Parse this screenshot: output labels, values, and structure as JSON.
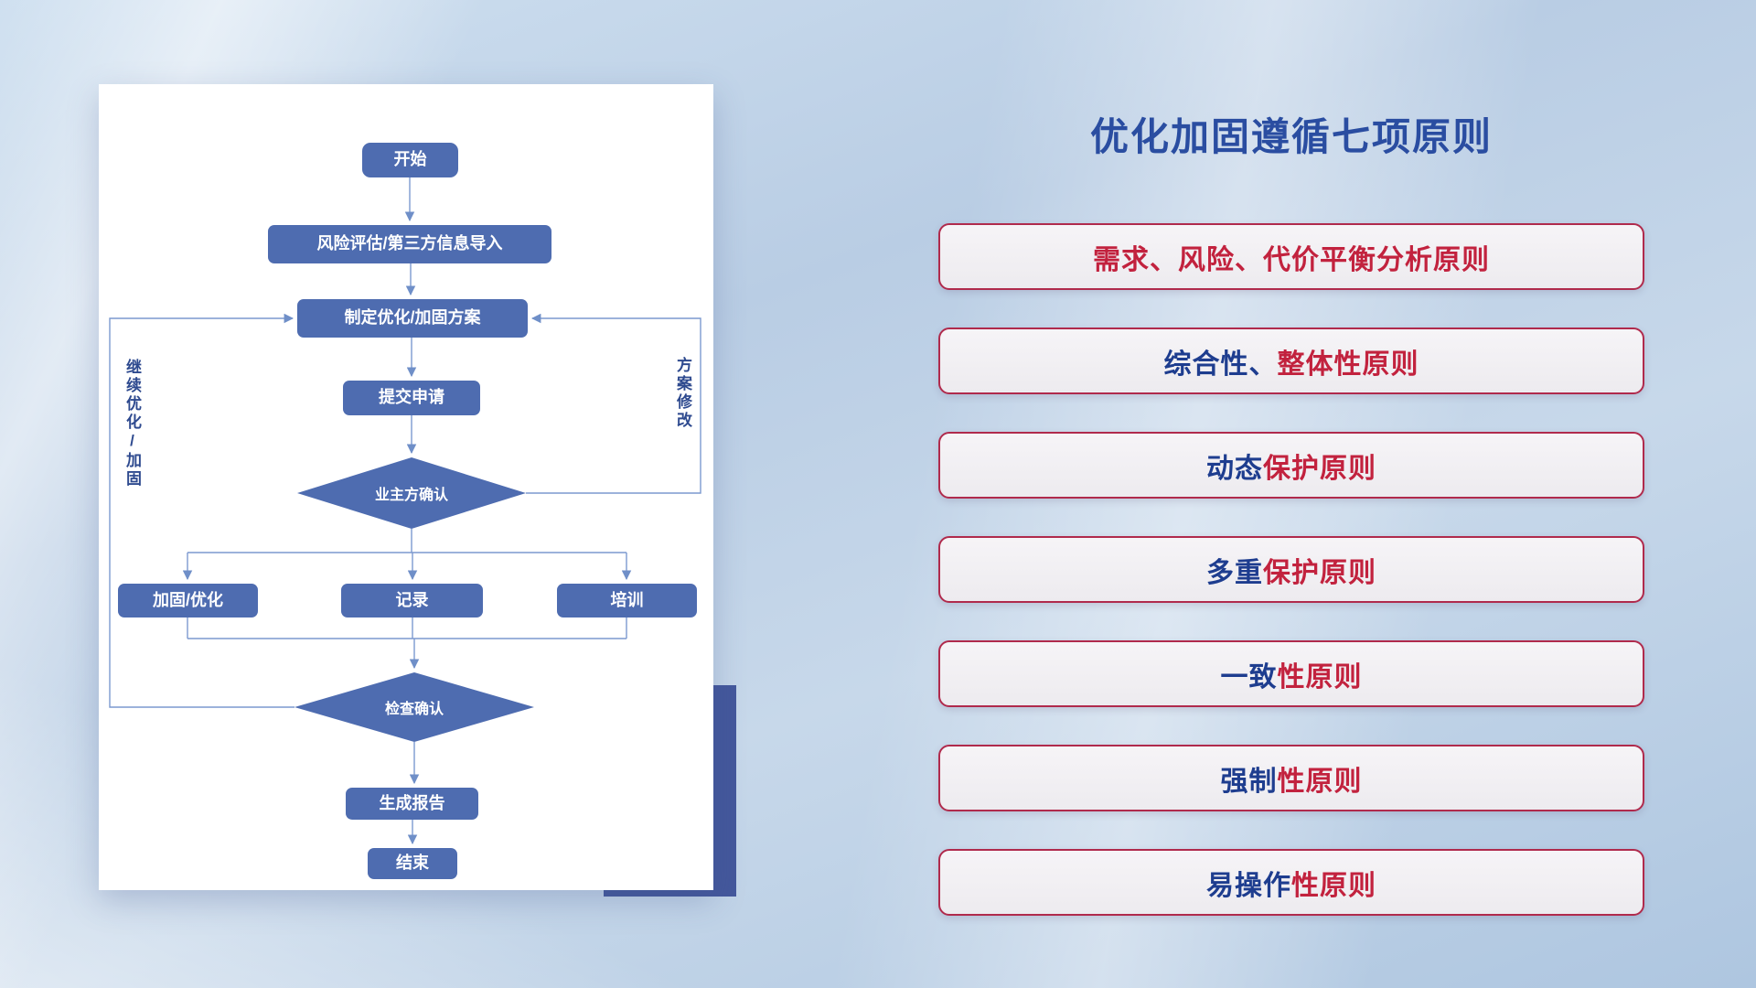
{
  "slide": {
    "title": "优化加固遵循七项原则"
  },
  "flowchart": {
    "nodes": {
      "start": "开始",
      "risk_import": "风险评估/第三方信息导入",
      "make_plan": "制定优化/加固方案",
      "submit": "提交申请",
      "owner_confirm": "业主方确认",
      "reinforce": "加固/优化",
      "record": "记录",
      "train": "培训",
      "check_confirm": "检查确认",
      "report": "生成报告",
      "end": "结束"
    },
    "edge_labels": {
      "continue_loop": "继续优化/加固",
      "plan_revision": "方案修改"
    }
  },
  "principles": {
    "items": [
      {
        "blue": "",
        "red": "需求、风险、代价平衡分析原则"
      },
      {
        "blue": "综合性、",
        "red": "整体性原则"
      },
      {
        "blue": "动态",
        "red": "保护原则"
      },
      {
        "blue": "多重",
        "red": "保护原则"
      },
      {
        "blue": "一致",
        "red": "性原则"
      },
      {
        "blue": "强制",
        "red": "性原则"
      },
      {
        "blue": "易操作",
        "red": "性原则"
      }
    ]
  },
  "colors": {
    "node_fill": "#4e6cb0",
    "connector": "#7c99cf",
    "title": "#2a4da1",
    "principle_navy": "#1e3d8f",
    "principle_red": "#c2223e",
    "principle_border": "#b02a4c"
  }
}
